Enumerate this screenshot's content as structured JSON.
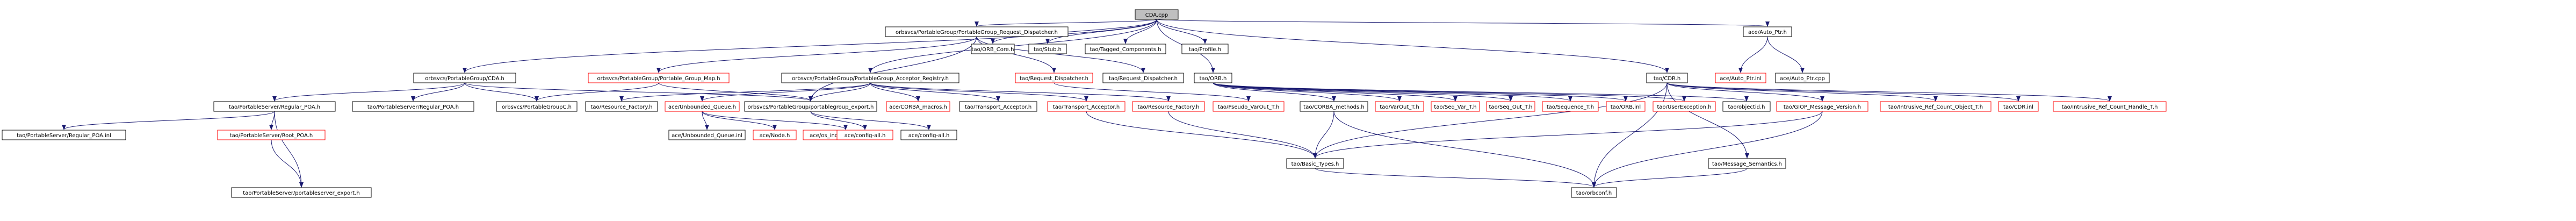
{
  "diagram": {
    "root": "CDA.cpp",
    "colors": {
      "root_fill": "#bfbfbf",
      "node_fill": "#ffffff",
      "node_border_normal": "#000000",
      "node_border_missing": "#ff0000",
      "text": "#000000",
      "edge": "#191970"
    },
    "nodes": [
      {
        "id": "n_cda_cpp",
        "label": "CDA.cpp",
        "kind": "root"
      },
      {
        "id": "n_ppg_request_dispatcher",
        "label": "orbsvcs/PortableGroup/PortableGroup_Request_Dispatcher.h",
        "kind": "normal"
      },
      {
        "id": "n_orb_core",
        "label": "tao/ORB_Core.h",
        "kind": "leaf"
      },
      {
        "id": "n_stub",
        "label": "tao/Stub.h",
        "kind": "leaf"
      },
      {
        "id": "n_tagged_components",
        "label": "tao/Tagged_Components.h",
        "kind": "leaf"
      },
      {
        "id": "n_profile",
        "label": "tao/Profile.h",
        "kind": "leaf"
      },
      {
        "id": "n_auto_ptr_h",
        "label": "ace/Auto_Ptr.h",
        "kind": "normal"
      },
      {
        "id": "n_pg_cda",
        "label": "orbsvcs/PortableGroup/CDA.h",
        "kind": "normal"
      },
      {
        "id": "n_portable_group_map",
        "label": "orbsvcs/PortableGroup/Portable_Group_Map.h",
        "kind": "missing"
      },
      {
        "id": "n_ppg_acceptor_registry",
        "label": "orbsvcs/PortableGroup/PortableGroup_Acceptor_Registry.h",
        "kind": "normal"
      },
      {
        "id": "n_request_dispatcher",
        "label": "tao/Request_Dispatcher.h",
        "kind": "missing"
      },
      {
        "id": "n_request_dispatcher2",
        "label": "tao/Request_Dispatcher.h",
        "kind": "leaf"
      },
      {
        "id": "n_orb_h",
        "label": "tao/ORB.h",
        "kind": "normal"
      },
      {
        "id": "n_cdr_h",
        "label": "tao/CDR.h",
        "kind": "normal"
      },
      {
        "id": "n_auto_ptr_inl",
        "label": "ace/Auto_Ptr.inl",
        "kind": "missing"
      },
      {
        "id": "n_auto_ptr_cpp",
        "label": "ace/Auto_Ptr.cpp",
        "kind": "leaf"
      },
      {
        "id": "n_regular_poa",
        "label": "tao/PortableServer/Regular_POA.h",
        "kind": "normal"
      },
      {
        "id": "n_regular_poa2",
        "label": "tao/PortableServer/Regular_POA.h",
        "kind": "leaf"
      },
      {
        "id": "n_portable_group_c",
        "label": "orbsvcs/PortableGroupC.h",
        "kind": "leaf"
      },
      {
        "id": "n_resource_factory",
        "label": "tao/Resource_Factory.h",
        "kind": "leaf"
      },
      {
        "id": "n_unbounded_queue_h",
        "label": "ace/Unbounded_Queue.h",
        "kind": "missing"
      },
      {
        "id": "n_pg_export",
        "label": "orbsvcs/PortableGroup/portablegroup_export.h",
        "kind": "normal"
      },
      {
        "id": "n_corba_macros",
        "label": "ace/CORBA_macros.h",
        "kind": "missing"
      },
      {
        "id": "n_transport_acceptor",
        "label": "tao/Transport_Acceptor.h",
        "kind": "leaf"
      },
      {
        "id": "n_transport_acceptor2",
        "label": "tao/Transport_Acceptor.h",
        "kind": "missing"
      },
      {
        "id": "n_resource_factory2",
        "label": "tao/Resource_Factory.h",
        "kind": "missing"
      },
      {
        "id": "n_pseudo_var_out",
        "label": "tao/Pseudo_VarOut_T.h",
        "kind": "missing"
      },
      {
        "id": "n_corba_methods",
        "label": "tao/CORBA_methods.h",
        "kind": "normal"
      },
      {
        "id": "n_varout_t",
        "label": "tao/VarOut_T.h",
        "kind": "missing"
      },
      {
        "id": "n_seq_var_t",
        "label": "tao/Seq_Var_T.h",
        "kind": "missing"
      },
      {
        "id": "n_seq_out_t",
        "label": "tao/Seq_Out_T.h",
        "kind": "missing"
      },
      {
        "id": "n_sequence_t",
        "label": "tao/Sequence_T.h",
        "kind": "missing"
      },
      {
        "id": "n_orb_inl",
        "label": "tao/ORB.inl",
        "kind": "missing"
      },
      {
        "id": "n_user_exception",
        "label": "tao/UserException.h",
        "kind": "missing"
      },
      {
        "id": "n_objectid",
        "label": "tao/objectid.h",
        "kind": "leaf"
      },
      {
        "id": "n_giop_message_version",
        "label": "tao/GIOP_Message_Version.h",
        "kind": "missing"
      },
      {
        "id": "n_intrusive_ref_count_object",
        "label": "tao/Intrusive_Ref_Count_Object_T.h",
        "kind": "missing"
      },
      {
        "id": "n_cdr_inl",
        "label": "tao/CDR.inl",
        "kind": "missing"
      },
      {
        "id": "n_intrusive_ref_count_handle",
        "label": "tao/Intrusive_Ref_Count_Handle_T.h",
        "kind": "missing"
      },
      {
        "id": "n_root_poa",
        "label": "tao/PortableServer/Root_POA.h",
        "kind": "missing"
      },
      {
        "id": "n_regular_poa_inl",
        "label": "tao/PortableServer/Regular_POA.inl",
        "kind": "leaf"
      },
      {
        "id": "n_unbounded_queue_inl",
        "label": "ace/Unbounded_Queue.inl",
        "kind": "leaf"
      },
      {
        "id": "n_ace_node",
        "label": "ace/Node.h",
        "kind": "missing"
      },
      {
        "id": "n_os_stddef",
        "label": "ace/os_include/os_stddef.h",
        "kind": "missing"
      },
      {
        "id": "n_config_all",
        "label": "ace/config-all.h",
        "kind": "missing"
      },
      {
        "id": "n_config_all2",
        "label": "ace/config-all.h",
        "kind": "leaf"
      },
      {
        "id": "n_basic_types",
        "label": "tao/Basic_Types.h",
        "kind": "normal"
      },
      {
        "id": "n_message_semantics",
        "label": "tao/Message_Semantics.h",
        "kind": "normal"
      },
      {
        "id": "n_portableserver_export",
        "label": "tao/PortableServer/portableserver_export.h",
        "kind": "normal"
      },
      {
        "id": "n_orbconf",
        "label": "tao/orbconf.h",
        "kind": "normal"
      }
    ],
    "edges": [
      [
        "n_cda_cpp",
        "n_ppg_request_dispatcher"
      ],
      [
        "n_cda_cpp",
        "n_orb_core"
      ],
      [
        "n_cda_cpp",
        "n_stub"
      ],
      [
        "n_cda_cpp",
        "n_tagged_components"
      ],
      [
        "n_cda_cpp",
        "n_profile"
      ],
      [
        "n_cda_cpp",
        "n_auto_ptr_h"
      ],
      [
        "n_cda_cpp",
        "n_pg_cda"
      ],
      [
        "n_cda_cpp",
        "n_ppg_acceptor_registry"
      ],
      [
        "n_cda_cpp",
        "n_orb_h"
      ],
      [
        "n_cda_cpp",
        "n_cdr_h"
      ],
      [
        "n_ppg_request_dispatcher",
        "n_portable_group_map"
      ],
      [
        "n_ppg_request_dispatcher",
        "n_request_dispatcher"
      ],
      [
        "n_ppg_request_dispatcher",
        "n_request_dispatcher2"
      ],
      [
        "n_ppg_request_dispatcher",
        "n_pg_export"
      ],
      [
        "n_auto_ptr_h",
        "n_auto_ptr_inl"
      ],
      [
        "n_auto_ptr_h",
        "n_auto_ptr_cpp"
      ],
      [
        "n_pg_cda",
        "n_regular_poa"
      ],
      [
        "n_pg_cda",
        "n_regular_poa2"
      ],
      [
        "n_pg_cda",
        "n_portable_group_c"
      ],
      [
        "n_pg_cda",
        "n_pg_export"
      ],
      [
        "n_portable_group_map",
        "n_portable_group_c"
      ],
      [
        "n_portable_group_map",
        "n_pg_export"
      ],
      [
        "n_ppg_acceptor_registry",
        "n_resource_factory"
      ],
      [
        "n_ppg_acceptor_registry",
        "n_unbounded_queue_h"
      ],
      [
        "n_ppg_acceptor_registry",
        "n_pg_export"
      ],
      [
        "n_ppg_acceptor_registry",
        "n_corba_macros"
      ],
      [
        "n_ppg_acceptor_registry",
        "n_transport_acceptor"
      ],
      [
        "n_ppg_acceptor_registry",
        "n_transport_acceptor2"
      ],
      [
        "n_ppg_acceptor_registry",
        "n_resource_factory2"
      ],
      [
        "n_request_dispatcher",
        "n_pseudo_var_out"
      ],
      [
        "n_orb_h",
        "n_corba_methods"
      ],
      [
        "n_orb_h",
        "n_varout_t"
      ],
      [
        "n_orb_h",
        "n_seq_var_t"
      ],
      [
        "n_orb_h",
        "n_seq_out_t"
      ],
      [
        "n_orb_h",
        "n_sequence_t"
      ],
      [
        "n_orb_h",
        "n_orb_inl"
      ],
      [
        "n_orb_h",
        "n_user_exception"
      ],
      [
        "n_orb_h",
        "n_objectid"
      ],
      [
        "n_cdr_h",
        "n_giop_message_version"
      ],
      [
        "n_cdr_h",
        "n_intrusive_ref_count_object"
      ],
      [
        "n_cdr_h",
        "n_cdr_inl"
      ],
      [
        "n_cdr_h",
        "n_intrusive_ref_count_handle"
      ],
      [
        "n_cdr_h",
        "n_message_semantics"
      ],
      [
        "n_cdr_h",
        "n_basic_types"
      ],
      [
        "n_cdr_h",
        "n_orbconf"
      ],
      [
        "n_regular_poa",
        "n_regular_poa_inl"
      ],
      [
        "n_regular_poa",
        "n_root_poa"
      ],
      [
        "n_regular_poa",
        "n_portableserver_export"
      ],
      [
        "n_root_poa",
        "n_portableserver_export"
      ],
      [
        "n_unbounded_queue_h",
        "n_unbounded_queue_inl"
      ],
      [
        "n_unbounded_queue_h",
        "n_ace_node"
      ],
      [
        "n_unbounded_queue_h",
        "n_os_stddef"
      ],
      [
        "n_pg_export",
        "n_config_all"
      ],
      [
        "n_pg_export",
        "n_config_all2"
      ],
      [
        "n_transport_acceptor2",
        "n_basic_types"
      ],
      [
        "n_resource_factory2",
        "n_basic_types"
      ],
      [
        "n_corba_methods",
        "n_basic_types"
      ],
      [
        "n_corba_methods",
        "n_orbconf"
      ],
      [
        "n_giop_message_version",
        "n_basic_types"
      ],
      [
        "n_giop_message_version",
        "n_orbconf"
      ],
      [
        "n_basic_types",
        "n_orbconf"
      ],
      [
        "n_message_semantics",
        "n_orbconf"
      ]
    ]
  }
}
